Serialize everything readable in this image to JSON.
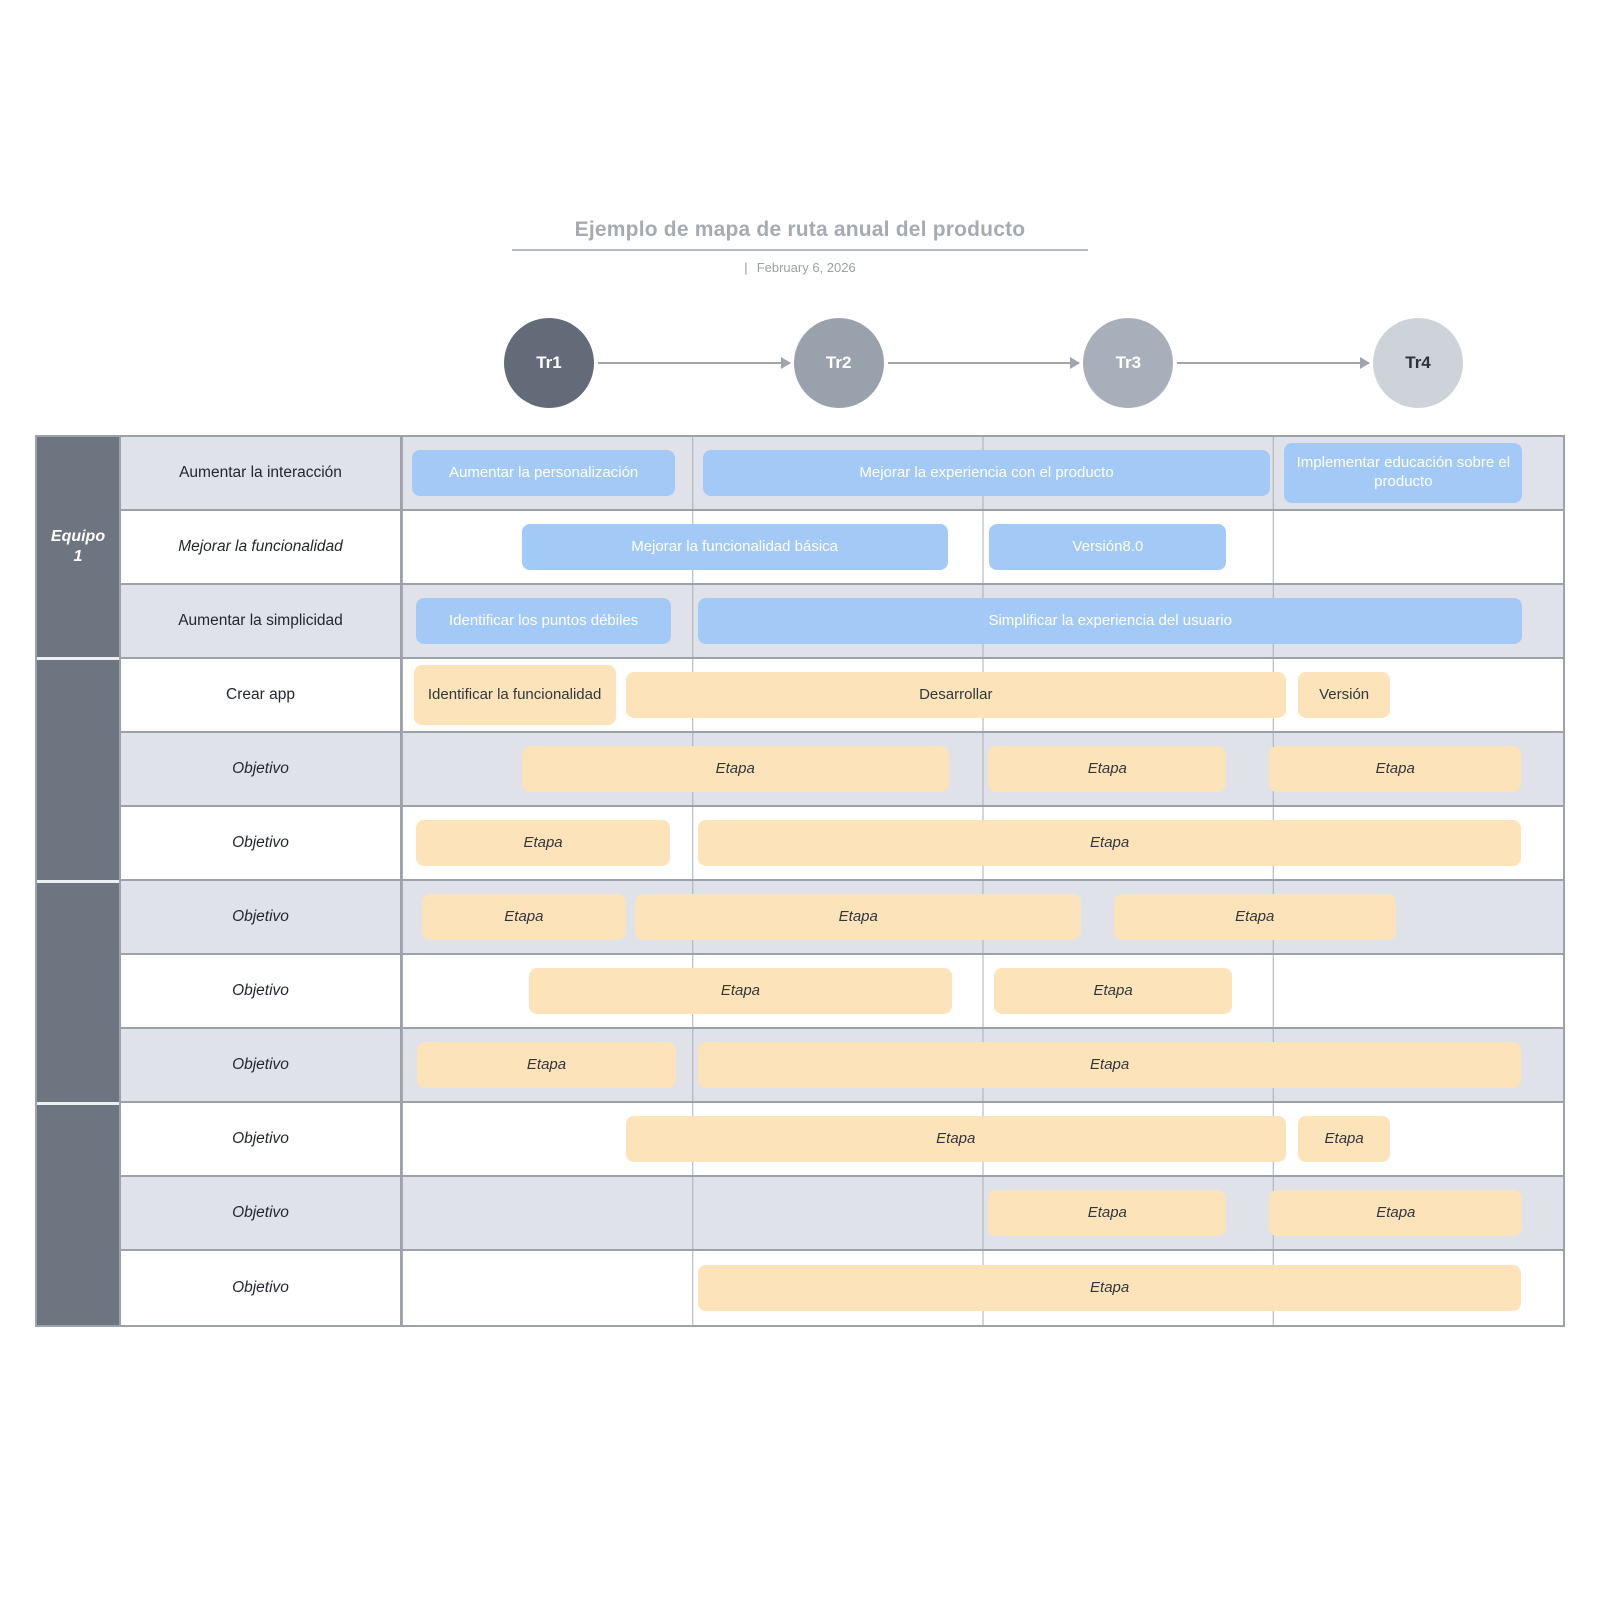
{
  "header": {
    "title": "Ejemplo de mapa de ruta anual del producto",
    "date_separator": "|",
    "date": "February 6, 2026"
  },
  "colors": {
    "blue_bar": "#a3c9f7",
    "orange_bar": "#fde3ba",
    "gray_row": "#dfe2e8",
    "sidebar": "#6d7580",
    "gridline": "#9ca1ab"
  },
  "timeline": {
    "nodes": [
      {
        "label": "Tr1",
        "bg": "#636b78",
        "text_color": "#ffffff"
      },
      {
        "label": "Tr2",
        "bg": "#99a1ac",
        "text_color": "#ffffff"
      },
      {
        "label": "Tr3",
        "bg": "#a9afba",
        "text_color": "#ffffff"
      },
      {
        "label": "Tr4",
        "bg": "#ced2d9",
        "text_color": "#2e3238"
      }
    ]
  },
  "table": {
    "sidebar_sections": [
      {
        "label": "Equipo 1"
      },
      {
        "label": ""
      },
      {
        "label": ""
      },
      {
        "label": ""
      }
    ],
    "rows": [
      {
        "label": "Aumentar la interacción",
        "italic": false,
        "bars": [
          {
            "text": "Aumentar la personalización",
            "type": "blue",
            "italic": false,
            "tall": false,
            "left": 0.9,
            "width": 22.6
          },
          {
            "text": "Mejorar la experiencia con el producto",
            "type": "blue",
            "italic": false,
            "tall": false,
            "left": 25.9,
            "width": 48.9
          },
          {
            "text": "Implementar educación sobre el producto",
            "type": "blue",
            "italic": false,
            "tall": true,
            "left": 76.0,
            "width": 20.5
          }
        ]
      },
      {
        "label": "Mejorar la funcionalidad",
        "italic": true,
        "bars": [
          {
            "text": "Mejorar la funcionalidad básica",
            "type": "blue",
            "italic": false,
            "tall": false,
            "left": 10.3,
            "width": 36.7
          },
          {
            "text": "Versión8.0",
            "type": "blue",
            "italic": false,
            "tall": false,
            "left": 50.6,
            "width": 20.4
          }
        ]
      },
      {
        "label": "Aumentar la simplicidad",
        "italic": false,
        "bars": [
          {
            "text": "Identificar los puntos débiles",
            "type": "blue",
            "italic": false,
            "tall": false,
            "left": 1.2,
            "width": 22.0
          },
          {
            "text": "Simplificar la experiencia del usuario",
            "type": "blue",
            "italic": false,
            "tall": false,
            "left": 25.5,
            "width": 71.0
          }
        ]
      },
      {
        "label": "Crear app",
        "italic": false,
        "bars": [
          {
            "text": "Identificar la funcionalidad",
            "type": "orange",
            "italic": false,
            "tall": true,
            "left": 1.0,
            "width": 17.4
          },
          {
            "text": "Desarrollar",
            "type": "orange",
            "italic": false,
            "tall": false,
            "left": 19.3,
            "width": 56.8
          },
          {
            "text": "Versión",
            "type": "orange",
            "italic": false,
            "tall": false,
            "left": 77.2,
            "width": 7.9
          }
        ]
      },
      {
        "label": "Objetivo",
        "italic": true,
        "bars": [
          {
            "text": "Etapa",
            "type": "orange",
            "italic": true,
            "tall": false,
            "left": 10.3,
            "width": 36.8
          },
          {
            "text": "Etapa",
            "type": "orange",
            "italic": true,
            "tall": false,
            "left": 50.5,
            "width": 20.5
          },
          {
            "text": "Etapa",
            "type": "orange",
            "italic": true,
            "tall": false,
            "left": 74.7,
            "width": 21.7
          }
        ]
      },
      {
        "label": "Objetivo",
        "italic": true,
        "bars": [
          {
            "text": "Etapa",
            "type": "orange",
            "italic": true,
            "tall": false,
            "left": 1.2,
            "width": 21.9
          },
          {
            "text": "Etapa",
            "type": "orange",
            "italic": true,
            "tall": false,
            "left": 25.5,
            "width": 70.9
          }
        ]
      },
      {
        "label": "Objetivo",
        "italic": true,
        "bars": [
          {
            "text": "Etapa",
            "type": "orange",
            "italic": true,
            "tall": false,
            "left": 1.7,
            "width": 17.6
          },
          {
            "text": "Etapa",
            "type": "orange",
            "italic": true,
            "tall": false,
            "left": 20.1,
            "width": 38.4
          },
          {
            "text": "Etapa",
            "type": "orange",
            "italic": true,
            "tall": false,
            "left": 61.3,
            "width": 24.3
          }
        ]
      },
      {
        "label": "Objetivo",
        "italic": true,
        "bars": [
          {
            "text": "Etapa",
            "type": "orange",
            "italic": true,
            "tall": false,
            "left": 10.9,
            "width": 36.5
          },
          {
            "text": "Etapa",
            "type": "orange",
            "italic": true,
            "tall": false,
            "left": 51.0,
            "width": 20.5
          }
        ]
      },
      {
        "label": "Objetivo",
        "italic": true,
        "bars": [
          {
            "text": "Etapa",
            "type": "orange",
            "italic": true,
            "tall": false,
            "left": 1.3,
            "width": 22.3
          },
          {
            "text": "Etapa",
            "type": "orange",
            "italic": true,
            "tall": false,
            "left": 25.5,
            "width": 70.9
          }
        ]
      },
      {
        "label": "Objetivo",
        "italic": true,
        "bars": [
          {
            "text": "Etapa",
            "type": "orange",
            "italic": true,
            "tall": false,
            "left": 19.3,
            "width": 56.8
          },
          {
            "text": "Etapa",
            "type": "orange",
            "italic": true,
            "tall": false,
            "left": 77.2,
            "width": 7.9
          }
        ]
      },
      {
        "label": "Objetivo",
        "italic": true,
        "bars": [
          {
            "text": "Etapa",
            "type": "orange",
            "italic": true,
            "tall": false,
            "left": 50.5,
            "width": 20.5
          },
          {
            "text": "Etapa",
            "type": "orange",
            "italic": true,
            "tall": false,
            "left": 74.7,
            "width": 21.8
          }
        ]
      },
      {
        "label": "Objetivo",
        "italic": true,
        "bars": [
          {
            "text": "Etapa",
            "type": "orange",
            "italic": true,
            "tall": false,
            "left": 25.5,
            "width": 70.9
          }
        ]
      }
    ]
  }
}
